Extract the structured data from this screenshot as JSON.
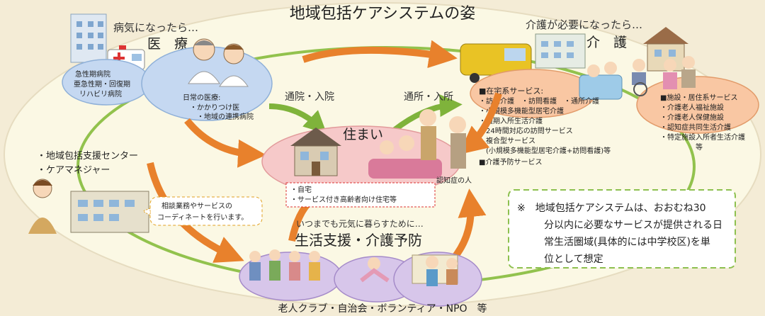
{
  "title": "地域包括ケアシステムの姿",
  "medical": {
    "intro": "病気になったら…",
    "heading": "医　療",
    "hospitals": [
      "急性期病院",
      "亜急性期・回復期",
      "リハビリ病院"
    ],
    "daily_title": "日常の医療:",
    "daily_items": [
      "・かかりつけ医",
      "・地域の連携病院"
    ]
  },
  "care": {
    "intro": "介護が必要になったら…",
    "heading": "介　護",
    "home_services": [
      "■在宅系サービス:",
      "・訪問介護　・訪問看護　・通所介護",
      "・小規模多機能型居宅介護",
      "・短期入所生活介護",
      "・24時間対応の訪問サービス",
      "・複合型サービス",
      "　(小規模多機能型居宅介護+訪問看護)等"
    ],
    "prevention": "■介護予防サービス",
    "facility_services": [
      "■施設・居住系サービス",
      "・介護老人福祉施設",
      "・介護老人保健施設",
      "・認知症共同生活介護",
      "・特定施設入所者生活介護",
      "　　　　　等"
    ]
  },
  "flows": {
    "hospital_visit": "通院・入院",
    "facility_visit": "通所・入所"
  },
  "housing": {
    "heading": "住まい",
    "items": [
      "・自宅",
      "・サービス付き高齢者向け住宅等"
    ],
    "dementia": "認知症の人"
  },
  "support": {
    "center": "・地域包括支援センター",
    "manager": "・ケアマネジャー",
    "bubble": [
      "相談業務やサービスの",
      "コーディネートを行います。"
    ]
  },
  "life": {
    "intro": "いつまでも元気に暮らすために…",
    "heading": "生活支援・介護予防",
    "groups": "老人クラブ・自治会・ボランティア・NPO　等"
  },
  "note": [
    "※　地域包括ケアシステムは、おおむね30",
    "分以内に必要なサービスが提供される日",
    "常生活圏域(具体的には中学校区)を単",
    "位として想定"
  ],
  "colors": {
    "background": "#f4ecd6",
    "oval_fill": "#fbf8e4",
    "ring": "#92c24d",
    "arrow_orange": "#e8812c",
    "arrow_green": "#7fb33b",
    "medical_blue": "#c5d8f1",
    "care_orange": "#f9c7a3",
    "housing_pink": "#f6c9c9",
    "life_purple": "#d7c6ea",
    "note_border": "#8dc04f"
  }
}
